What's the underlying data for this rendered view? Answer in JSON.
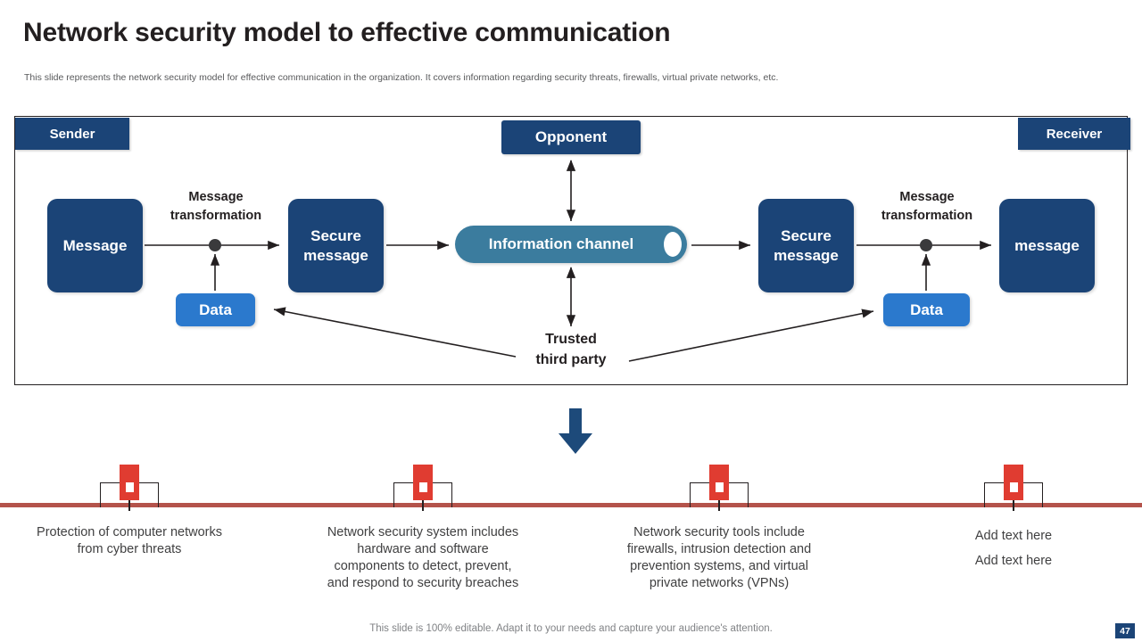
{
  "slide": {
    "title": "Network security model to effective communication",
    "subtitle": "This slide represents the network security model for effective communication in the organization. It covers information regarding security threats, firewalls, virtual private networks, etc.",
    "footer_note": "This slide is 100% editable. Adapt it to your needs and capture your audience's attention.",
    "page_number": "47"
  },
  "colors": {
    "primary_dark_blue": "#1b4477",
    "data_blue": "#2b79cd",
    "channel_teal": "#3b7c9e",
    "accent_red": "#e03c31",
    "timeline_red": "#b4534b",
    "title_text": "#231f20",
    "body_text": "#404041",
    "muted_text": "#808285"
  },
  "diagram": {
    "badges": {
      "sender": "Sender",
      "opponent": "Opponent",
      "receiver": "Receiver"
    },
    "nodes": {
      "message_left": "Message",
      "secure_left_line1": "Secure",
      "secure_left_line2": "message",
      "secure_right_line1": "Secure",
      "secure_right_line2": "message",
      "message_right": "message"
    },
    "channel": {
      "label": "Information channel"
    },
    "data_left": "Data",
    "data_right": "Data",
    "transform_left_line1": "Message",
    "transform_left_line2": "transformation",
    "transform_right_line1": "Message",
    "transform_right_line2": "transformation",
    "trusted_line1": "Trusted",
    "trusted_line2": "third party"
  },
  "timeline": {
    "markers": [
      {
        "icon": "map-pin-icon",
        "lines": [
          "Protection of computer networks",
          "from cyber threats"
        ]
      },
      {
        "icon": "map-pin-icon",
        "lines": [
          "Network security system includes",
          "hardware and software",
          "components to detect, prevent,",
          "and respond to security breaches"
        ]
      },
      {
        "icon": "map-pin-icon",
        "lines": [
          "Network security tools include",
          "firewalls, intrusion detection and",
          "prevention systems, and virtual",
          "private networks (VPNs)"
        ]
      },
      {
        "icon": "map-pin-icon",
        "lines": [
          "Add text here",
          "Add text here"
        ]
      }
    ]
  },
  "icons": {
    "down_arrow": "arrow-down-icon"
  }
}
